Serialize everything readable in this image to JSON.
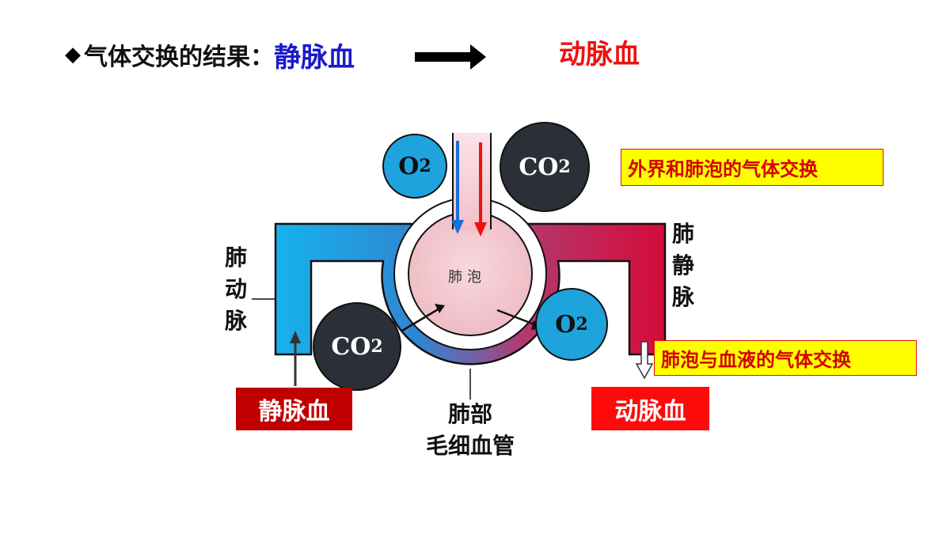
{
  "header": {
    "bullet": "◆",
    "title": "气体交换的结果：",
    "from": "静脉血",
    "to": "动脉血",
    "arrow_icon": "right-arrow-icon"
  },
  "boxes": {
    "external_exchange": "外界和肺泡的气体交换",
    "alveolar_exchange": "肺泡与血液的气体交换"
  },
  "vessels": {
    "pulmonary_artery": [
      "肺",
      "动",
      "脉"
    ],
    "pulmonary_vein": [
      "肺",
      "静",
      "脉"
    ]
  },
  "blood": {
    "venous": "静脉血",
    "arterial": "动脉血"
  },
  "capillary": {
    "line1": "肺部",
    "line2": "毛细血管"
  },
  "alveolus": "肺泡",
  "gases": {
    "o2_top": {
      "base": "O",
      "sub": "2"
    },
    "co2_top": {
      "base": "CO",
      "sub": "2"
    },
    "co2_bottom": {
      "base": "CO",
      "sub": "2"
    },
    "o2_bottom": {
      "base": "O",
      "sub": "2"
    }
  },
  "colors": {
    "venous_blue": "#1aaee8",
    "arterial_red": "#d4103a",
    "o2_fill": "#1ea3dd",
    "co2_fill": "#2b2f38",
    "label_yellow": "#ffff00",
    "venous_box": "#c00000",
    "arterial_box": "#ff0a0a",
    "alveolus_pink": "#f3c8cf"
  }
}
